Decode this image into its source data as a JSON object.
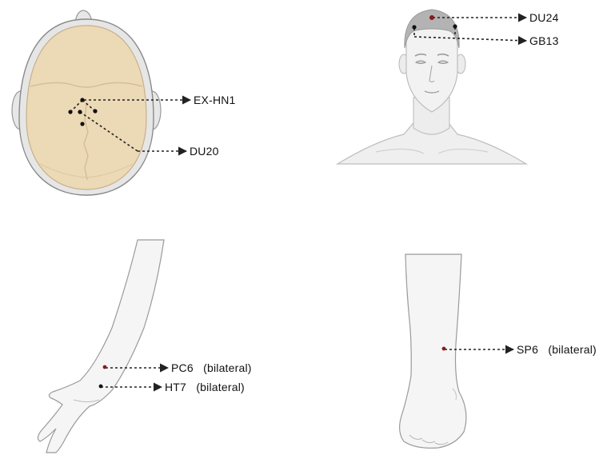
{
  "panels": {
    "skull": {
      "labels": {
        "exhn1": "EX-HN1",
        "du20": "DU20"
      },
      "colors": {
        "bone": "#ecd9b6",
        "bone_outline": "#c7b08a",
        "ear": "#e7e7e7"
      }
    },
    "face": {
      "labels": {
        "du24": "DU24",
        "gb13": "GB13"
      },
      "colors": {
        "skin": "#efefef",
        "hair": "#b3b3b3"
      }
    },
    "arm": {
      "labels": {
        "pc6": "PC6   (bilateral)",
        "ht7": "HT7   (bilateral)"
      },
      "colors": {
        "skin": "#f5f5f5"
      }
    },
    "leg": {
      "labels": {
        "sp6": "SP6   (bilateral)"
      },
      "colors": {
        "skin": "#f5f5f5"
      }
    }
  },
  "colors": {
    "point_black": "#111111",
    "point_red": "#8b1a1a",
    "leader_line": "#222222"
  }
}
